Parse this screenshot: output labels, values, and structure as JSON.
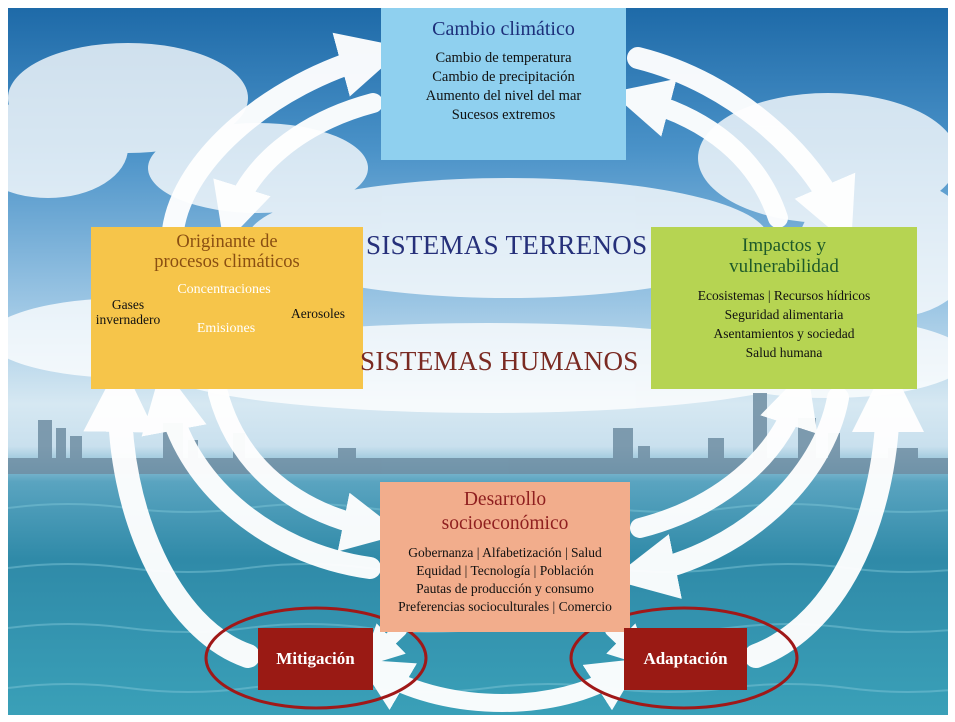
{
  "titles": {
    "earth_systems": "SISTEMAS TERRENOS",
    "human_systems": "SISTEMAS HUMANOS"
  },
  "climate_change": {
    "title": "Cambio climático",
    "items": [
      "Cambio de temperatura",
      "Cambio de precipitación",
      "Aumento del nivel del mar",
      "Sucesos extremos"
    ]
  },
  "drivers": {
    "title_line1": "Originante de",
    "title_line2": "procesos climáticos",
    "left_label_line1": "Gases",
    "left_label_line2": "invernadero",
    "right_label": "Aerosoles",
    "ellipse_top": "Concentraciones",
    "ellipse_bottom": "Emisiones"
  },
  "impacts": {
    "title_line1": "Impactos y",
    "title_line2": "vulnerabilidad",
    "items": [
      "Ecosistemas | Recursos hídricos",
      "Seguridad alimentaria",
      "Asentamientos y sociedad",
      "Salud humana"
    ]
  },
  "development": {
    "title_line1": "Desarrollo",
    "title_line2": "socioeconómico",
    "items": [
      "Gobernanza | Alfabetización | Salud",
      "Equidad | Tecnología | Población",
      "Pautas de producción y consumo",
      "Preferencias socioculturales | Comercio"
    ]
  },
  "responses": {
    "mitigation": "Mitigación",
    "adaptation": "Adaptación"
  },
  "colors": {
    "climate_box": "#8fd0ef",
    "drivers_box": "#f6c54a",
    "impacts_box": "#b6d452",
    "development_box": "#f2ad8c",
    "response_box": "#9a1a14",
    "highlight_ring": "#a01818"
  }
}
